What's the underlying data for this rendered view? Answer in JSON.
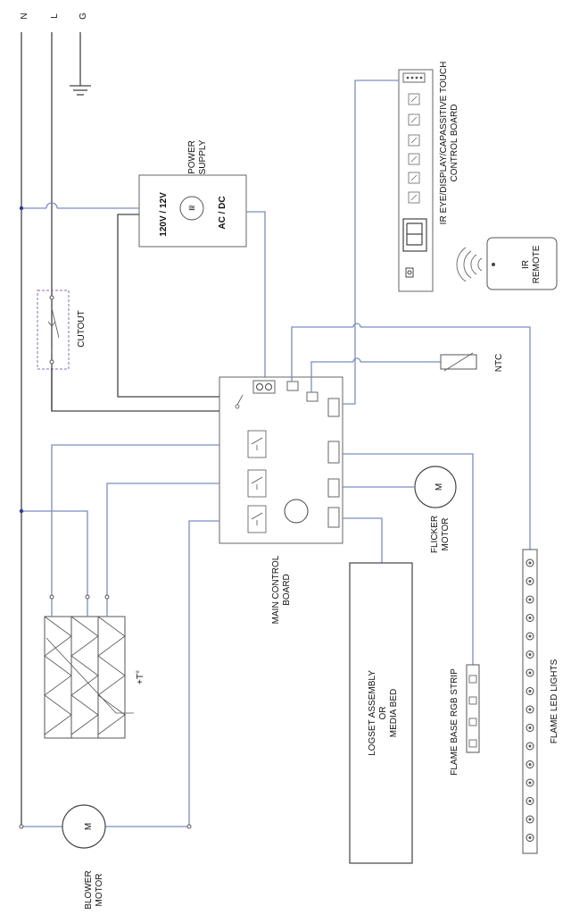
{
  "lines": {
    "n": "N",
    "l": "L",
    "g": "G"
  },
  "power_supply": {
    "label_line1": "POWER",
    "label_line2": "SUPPLY",
    "voltage": "120V / 12V",
    "type": "AC / DC"
  },
  "cutout": {
    "label": "CUTOUT"
  },
  "control_board_touch": {
    "label_line1": "IR EYE/DISPLAY/CAPASSITIVE TOUCH",
    "label_line2": "CONTROL BOARD"
  },
  "ir_remote": {
    "label_line1": "IR",
    "label_line2": "REMOTE"
  },
  "ntc": {
    "label": "NTC"
  },
  "main_board": {
    "label_line1": "MAIN CONTROL",
    "label_line2": "BOARD"
  },
  "flicker_motor": {
    "symbol": "M",
    "label_line1": "FLICKER",
    "label_line2": "MOTOR"
  },
  "heater": {
    "label": "+T°"
  },
  "logset": {
    "label_line1": "LOGSET ASSEMBLY",
    "label_line2": "OR",
    "label_line3": "MEDIA BED"
  },
  "rgb_strip": {
    "label": "FLAME BASE RGB STRIP"
  },
  "led_lights": {
    "label": "FLAME LED LIGHTS"
  },
  "blower_motor": {
    "symbol": "M",
    "label_line1": "BLOWER",
    "label_line2": "MOTOR"
  }
}
